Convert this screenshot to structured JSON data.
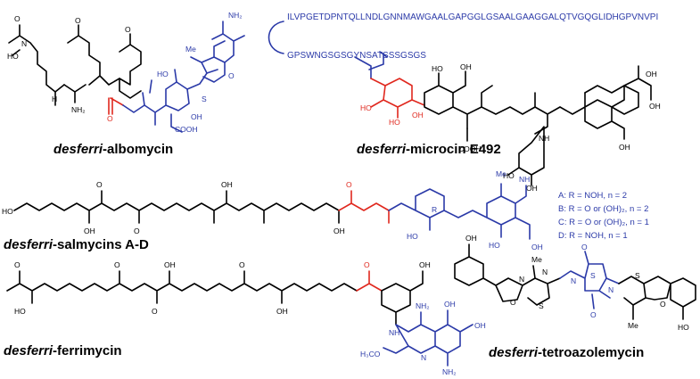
{
  "captions": {
    "albomycin": {
      "prefix": "desferri",
      "suffix": "-albomycin"
    },
    "microcin": {
      "prefix": "desferri",
      "suffix": "-microcin E492"
    },
    "salmycins": {
      "prefix": "desferri",
      "suffix": "-salmycins A-D"
    },
    "ferrimycin": {
      "prefix": "desferri",
      "suffix": "-ferrimycin"
    },
    "tetroazolemycin": {
      "prefix": "desferri",
      "suffix": "-tetroazolemycin"
    }
  },
  "microcin_sequence": {
    "line1": "ILVPGETDPNTQLLNDLGNNMAWGAALGAPGGLGSAALGAAGGALQTVGQGLIDHGPVNVPI",
    "line2": "GPSWNGSGSGYNSATSSSGSGS"
  },
  "salmycin_legend": [
    "A:  R = NOH, n = 2",
    "B:  R = O or (OH)₂, n = 2",
    "C:  R = O or (OH)₂, n = 1",
    "D:  R = NOH, n = 1"
  ],
  "atom_labels": {
    "HO": "HO",
    "OH": "OH",
    "NH": "NH",
    "NH2": "NH₂",
    "N": "N",
    "O": "O",
    "S": "S",
    "Me": "Me",
    "H": "H",
    "COOH": "COOH",
    "R": "R",
    "H3CO": "H₃CO",
    "HO_N": "HO"
  },
  "colors": {
    "black": "#000000",
    "blue": "#2b3aa8",
    "red": "#e0281e"
  }
}
